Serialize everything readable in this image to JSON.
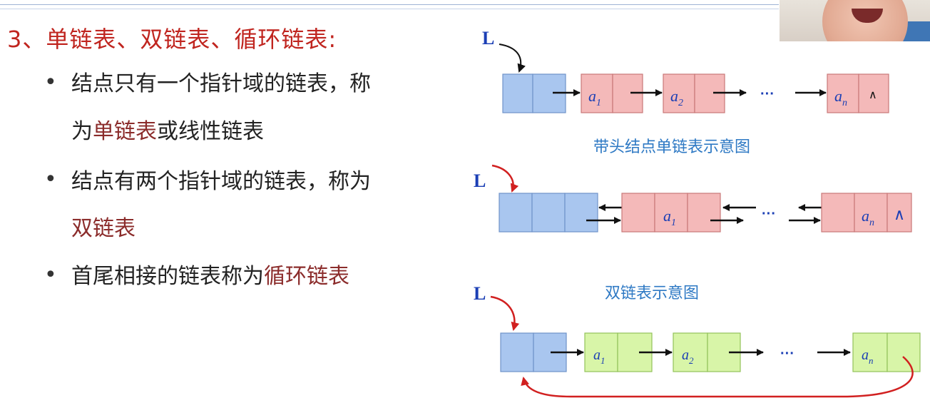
{
  "heading": "3、单链表、双链表、循环链表:",
  "bullets": [
    {
      "lines": [
        [
          "结点只有一个指针域的链表，称"
        ],
        [
          "为",
          {
            "hl": "单链表"
          },
          "或线性链表"
        ]
      ]
    },
    {
      "lines": [
        [
          "结点有两个指针域的链表，称为"
        ],
        [
          {
            "hl": "双链表"
          }
        ]
      ]
    },
    {
      "lines": [
        [
          "首尾相接的链表称为",
          {
            "hl": "循环链表"
          }
        ]
      ]
    }
  ],
  "bullet_text": {
    "b1_l1": "结点只有一个指针域的链表，称",
    "b1_l2_pre": "为",
    "b1_l2_hl": "单链表",
    "b1_l2_post": "或线性链表",
    "b2_l1": "结点有两个指针域的链表，称为",
    "b2_l2_hl": "双链表",
    "b3_pre": "首尾相接的链表称为",
    "b3_hl": "循环链表"
  },
  "diagrams": {
    "single": {
      "head_label": "L",
      "caption": "带头结点单链表示意图",
      "nodes": [
        "a",
        "a",
        "a"
      ],
      "subs": [
        "1",
        "2",
        "n"
      ],
      "ellipsis": "···",
      "null_mark": "∧"
    },
    "double": {
      "head_label": "L",
      "caption": "双链表示意图",
      "nodes": [
        "a",
        "a"
      ],
      "subs": [
        "1",
        "n"
      ],
      "ellipsis": "···",
      "null_mark": "∧"
    },
    "circular": {
      "head_label": "L",
      "nodes": [
        "a",
        "a",
        "a"
      ],
      "subs": [
        "1",
        "2",
        "n"
      ],
      "ellipsis": "···"
    }
  },
  "colors": {
    "heading": "#c0251f",
    "highlight": "#8b2c2b",
    "caption": "#2e79c4",
    "head_label": "#1b3fb5",
    "head_node": "#a9c6ef",
    "single_double_node": "#f4b9b9",
    "circular_node": "#d8f5a8",
    "red_arrow": "#d12020"
  }
}
